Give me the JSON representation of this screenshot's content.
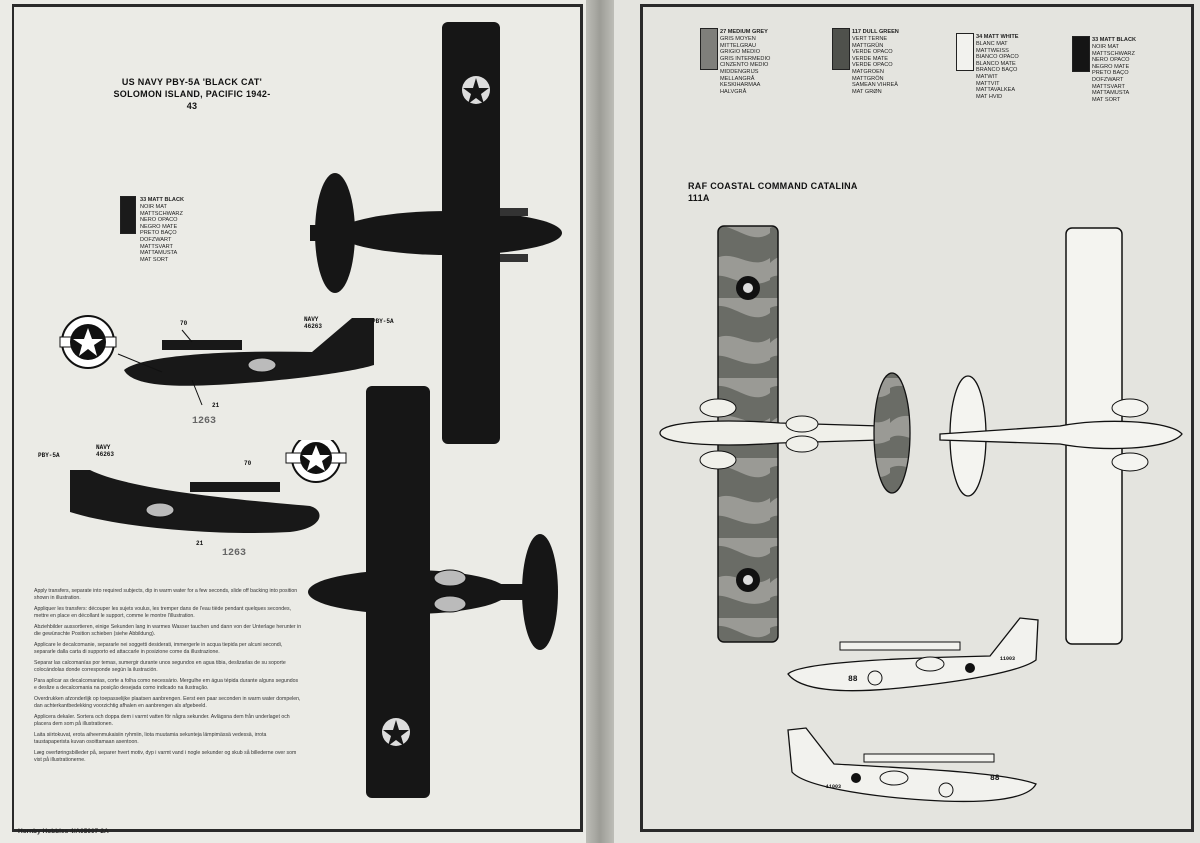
{
  "left_page": {
    "title_line1": "US NAVY PBY-5A 'BLACK CAT'",
    "title_line2": "SOLOMON ISLAND, PACIFIC 1942-43",
    "color_chip": {
      "code_label": "33 MATT BLACK",
      "names": "NOIR MAT\nMATTSCHWARZ\nNERO OPACO\nNEGRO MATE\nPRETO BAÇO\nDOFZWART\nMATTSVART\nMATTAMUSTA\nMAT SORT",
      "color": "#1a1a1a"
    },
    "callouts": {
      "num_70_top": "70",
      "num_70_bottom": "70",
      "num_21_top": "21",
      "num_21_bottom": "21",
      "serial_top": "1263",
      "serial_bottom": "1263",
      "navy_top": "NAVY\n46263",
      "navy_bottom": "NAVY\n46263",
      "type_top": "PBY-5A",
      "type_bottom": "PBY-5A"
    },
    "instructions": [
      "Apply transfers, separate into required subjects, dip in warm water for a few seconds, slide off backing into position shown in illustration.",
      "Appliquer les transfers: découper les sujets voulus, les tremper dans de l'eau tiède pendant quelques secondes, mettre en place en décollant le support, comme le montre l'illustration.",
      "Abziehbilder aussortieren, einige Sekunden lang in warmes Wasser tauchen und dann von der Unterlage herunter in die gewünschte Position schieben (siehe Abbildung).",
      "Applicare le decalcomanie, separarle nei soggetti desiderati, immergerle in acqua tiepida per alcuni secondi, separarle dalla carta di supporto ed attaccarle in posizione come da illustrazione.",
      "Separar las calcomanías por temas, sumergir durante unos segundos en agua tibia, deslizarlas de su soporte colocándolas donde corresponde según la ilustración.",
      "Para aplicar as decalcomanias, corte a folha como necessário. Mergulhe em água tépida durante alguns segundos e deslize a decalcomania na posição desejada como indicado na ilustração.",
      "Overdrukken afzonderlijk op toepasselijke plaatsen aanbrengen. Eerst een paar seconden in warm water dompelen, dan achterkantbedekking voorzichtig afhalen en aanbrengen als afgebeeld.",
      "Applicera dekaler. Sortera och doppa dem i varmt vatten för några sekunder. Avlägsna dem från underlaget och placera dem som på illustrationen.",
      "Laita siirtokuvat, erota aiheenmukaisiin ryhmiin, liota muutamia sekunteja lämpimässä vedessä, irrota taustapaperista kuvan osoittamaan asentoon.",
      "Læg overføringsbilleder på, separer hvert motiv, dyp i varmt vand i nogle sekunder og skub så billederne over som vist på illustrationerne."
    ],
    "footer": "Hornby Hobbies 4/A05007-2A"
  },
  "right_page": {
    "title": "RAF COASTAL COMMAND CATALINA 111A",
    "color_chips": [
      {
        "code_label": "27 MEDIUM GREY",
        "names": "GRIS MOYEN\nMITTELGRAU\nGRIGIO MEDIO\nGRIS INTERMEDIO\nCINZENTO MEDIO\nMIDDENGRIJS\nMELLANGRÅ\nKESKIHARMAA\nHALVGRÅ",
        "color": "#7f7f7b"
      },
      {
        "code_label": "117 DULL GREEN",
        "names": "VERT TERNE\nMATTGRÜN\nVERDE OPACO\nVERDE MATE\nVERDE OPACO\nMATGROEN\nMATTGRÖN\nSAMEAN VIHREÄ\nMAT GRØN",
        "color": "#4f514c"
      },
      {
        "code_label": "34 MATT WHITE",
        "names": "BLANC MAT\nMATTWEISS\nBIANCO OPACO\nBLANCO MATE\nBRANCO BAÇO\nMATWIT\nMATTVIT\nMATTAVALKEA\nMAT HVID",
        "color": "#f2f2ee"
      },
      {
        "code_label": "33 MATT BLACK",
        "names": "NOIR MAT\nMATTSCHWARZ\nNERO OPACO\nNEGRO MATE\nPRETO BAÇO\nDOFZWART\nMATTSVART\nMATTAMUSTA\nMAT SORT",
        "color": "#151515"
      }
    ],
    "callouts": {
      "code_side1": "88",
      "code_side2": "88",
      "serial_side1": "11003",
      "serial_side2": "11003"
    }
  }
}
